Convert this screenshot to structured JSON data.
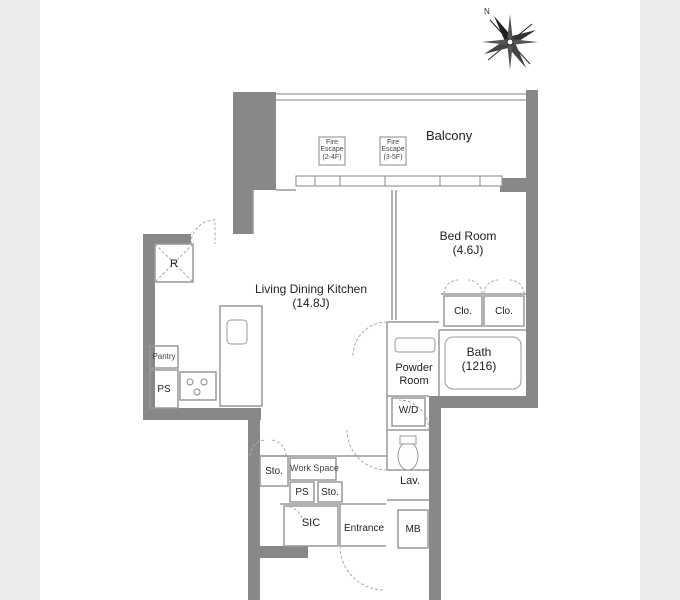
{
  "plan": {
    "colors": {
      "wall": "#888888",
      "line": "#999999",
      "background": "#ffffff",
      "margin": "#ececec"
    },
    "compass_icon": "compass-rose-icon",
    "rooms": {
      "balcony": "Balcony",
      "bedroom": {
        "name": "Bed Room",
        "size": "(4.6J)"
      },
      "ldk": {
        "name": "Living Dining Kitchen",
        "size": "(14.8J)"
      },
      "closet_1": "Clo.",
      "closet_2": "Clo.",
      "bath": {
        "name": "Bath",
        "size": "(1216)"
      },
      "powder_room": {
        "line1": "Powder",
        "line2": "Room"
      },
      "washer": "W/D",
      "lavatory": "Lav.",
      "refrigerator": "R",
      "pantry": "Pantry",
      "ps_kitchen": "PS",
      "storage_1": "Sto.",
      "work_space": "Work Space",
      "ps_hall": "PS",
      "storage_2": "Sto.",
      "sic": "SIC",
      "entrance": "Entrance",
      "mb": "MB"
    },
    "fire_escapes": [
      {
        "line1": "Fire",
        "line2": "Escape",
        "line3": "(2-4F)"
      },
      {
        "line1": "Fire",
        "line2": "Escape",
        "line3": "(3-5F)"
      }
    ]
  }
}
